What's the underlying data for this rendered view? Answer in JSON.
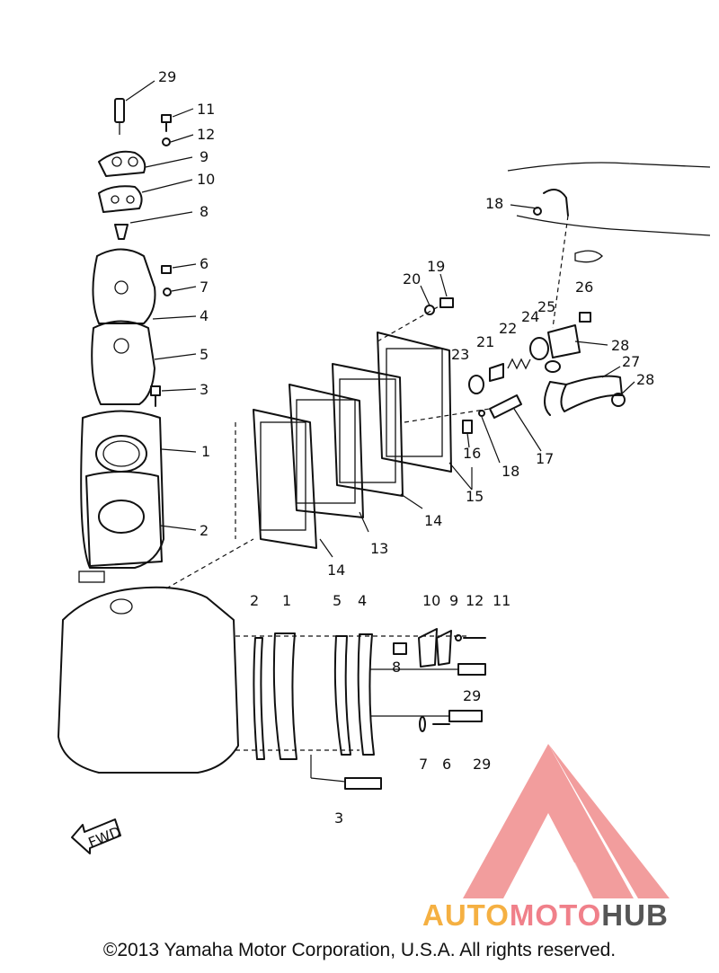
{
  "callouts": [
    {
      "id": "c29a",
      "text": "29"
    },
    {
      "id": "c11a",
      "text": "11"
    },
    {
      "id": "c12a",
      "text": "12"
    },
    {
      "id": "c9a",
      "text": "9"
    },
    {
      "id": "c10a",
      "text": "10"
    },
    {
      "id": "c8a",
      "text": "8"
    },
    {
      "id": "c6a",
      "text": "6"
    },
    {
      "id": "c7a",
      "text": "7"
    },
    {
      "id": "c4a",
      "text": "4"
    },
    {
      "id": "c5a",
      "text": "5"
    },
    {
      "id": "c3a",
      "text": "3"
    },
    {
      "id": "c1a",
      "text": "1"
    },
    {
      "id": "c2a",
      "text": "2"
    },
    {
      "id": "c18a",
      "text": "18"
    },
    {
      "id": "c20",
      "text": "20"
    },
    {
      "id": "c19",
      "text": "19"
    },
    {
      "id": "c26",
      "text": "26"
    },
    {
      "id": "c25",
      "text": "25"
    },
    {
      "id": "c24",
      "text": "24"
    },
    {
      "id": "c22",
      "text": "22"
    },
    {
      "id": "c21",
      "text": "21"
    },
    {
      "id": "c23",
      "text": "23"
    },
    {
      "id": "c28a",
      "text": "28"
    },
    {
      "id": "c27",
      "text": "27"
    },
    {
      "id": "c28b",
      "text": "28"
    },
    {
      "id": "c16",
      "text": "16"
    },
    {
      "id": "c18b",
      "text": "18"
    },
    {
      "id": "c17",
      "text": "17"
    },
    {
      "id": "c15",
      "text": "15"
    },
    {
      "id": "c14a",
      "text": "14"
    },
    {
      "id": "c13",
      "text": "13"
    },
    {
      "id": "c14b",
      "text": "14"
    },
    {
      "id": "c2b",
      "text": "2"
    },
    {
      "id": "c1b",
      "text": "1"
    },
    {
      "id": "c5b",
      "text": "5"
    },
    {
      "id": "c4b",
      "text": "4"
    },
    {
      "id": "c10b",
      "text": "10"
    },
    {
      "id": "c9b",
      "text": "9"
    },
    {
      "id": "c12b",
      "text": "12"
    },
    {
      "id": "c11b",
      "text": "11"
    },
    {
      "id": "c8b",
      "text": "8"
    },
    {
      "id": "c29b",
      "text": "29"
    },
    {
      "id": "c7b",
      "text": "7"
    },
    {
      "id": "c6b",
      "text": "6"
    },
    {
      "id": "c29c",
      "text": "29"
    },
    {
      "id": "c3b",
      "text": "3"
    }
  ],
  "fwd_label": "FWD",
  "watermark": {
    "part1": "AUTO",
    "part2": "MOTO",
    "part3": "HUB",
    "colors": {
      "auto": "#f5b042",
      "moto": "#f0808a",
      "hub": "#555555",
      "logo": "#f08c8c"
    }
  },
  "copyright": "©2013 Yamaha Motor Corporation, U.S.A. All rights reserved."
}
